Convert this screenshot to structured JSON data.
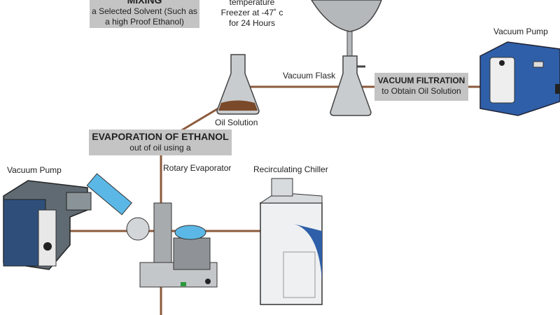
{
  "mixing": {
    "title": "MIXING",
    "text": "a  Selected Solvent (Such as a high Proof Ethanol)"
  },
  "freezer": {
    "line1": "temperature",
    "line2": "Freezer at -47˚ c",
    "line3": "for 24 Hours"
  },
  "vacuum_flask": "Vacuum Flask",
  "oil_solution": "Oil Solution",
  "vacuum_filtration": {
    "title": "VACUUM FILTRATION",
    "text": "to Obtain Oil Solution"
  },
  "vacuum_pump_right": "Vacuum Pump",
  "evaporation": {
    "title": "EVAPORATION OF ETHANOL",
    "text": "out of oil using a"
  },
  "vacuum_pump_left": "Vacuum Pump",
  "rotary_evaporator": "Rotary Evaporator",
  "chiller": "Recirculating Chiller",
  "colors": {
    "connector": "#8b5a3c",
    "label_box": "#c4c4c4",
    "pump_blue": "#2f5fa8",
    "glass": "#c9cccf",
    "oil": "#7a4a2a",
    "liquid": "#5bb8e6"
  }
}
